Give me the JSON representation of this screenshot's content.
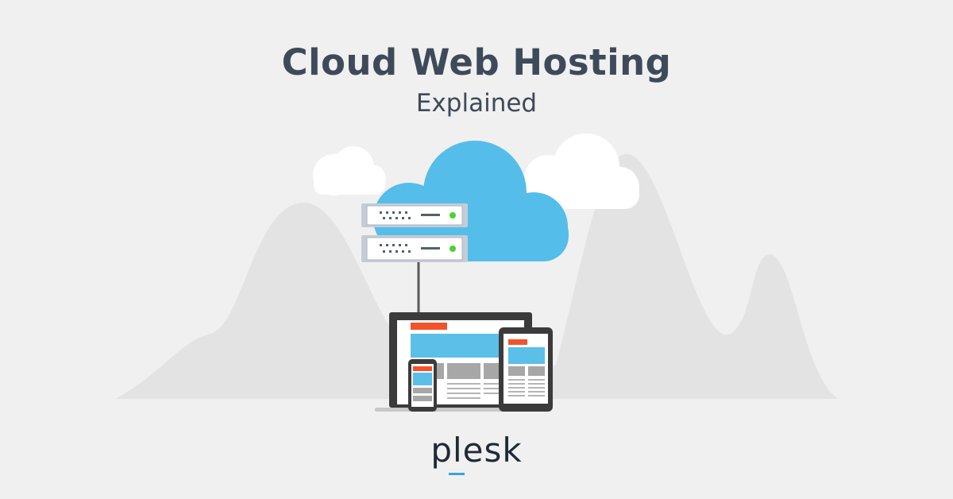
{
  "header": {
    "title": "Cloud Web Hosting",
    "subtitle": "Explained"
  },
  "brand": {
    "logo_text": "plesk",
    "accent_color": "#3aa3e0"
  },
  "colors": {
    "background": "#f0f0f0",
    "mountains": "#e3e3e3",
    "cloud_blue": "#55bde9",
    "cloud_white": "#ffffff",
    "title_text": "#3e4a5a",
    "device_frame": "#3b3b3b",
    "accent_red": "#f2532b",
    "screen_blue": "#5bbfe8",
    "led_green": "#4cd137"
  },
  "illustration": {
    "icons": [
      "mountains-icon",
      "cloud-icon",
      "server-rack-icon",
      "laptop-icon",
      "tablet-icon",
      "phone-icon"
    ]
  }
}
